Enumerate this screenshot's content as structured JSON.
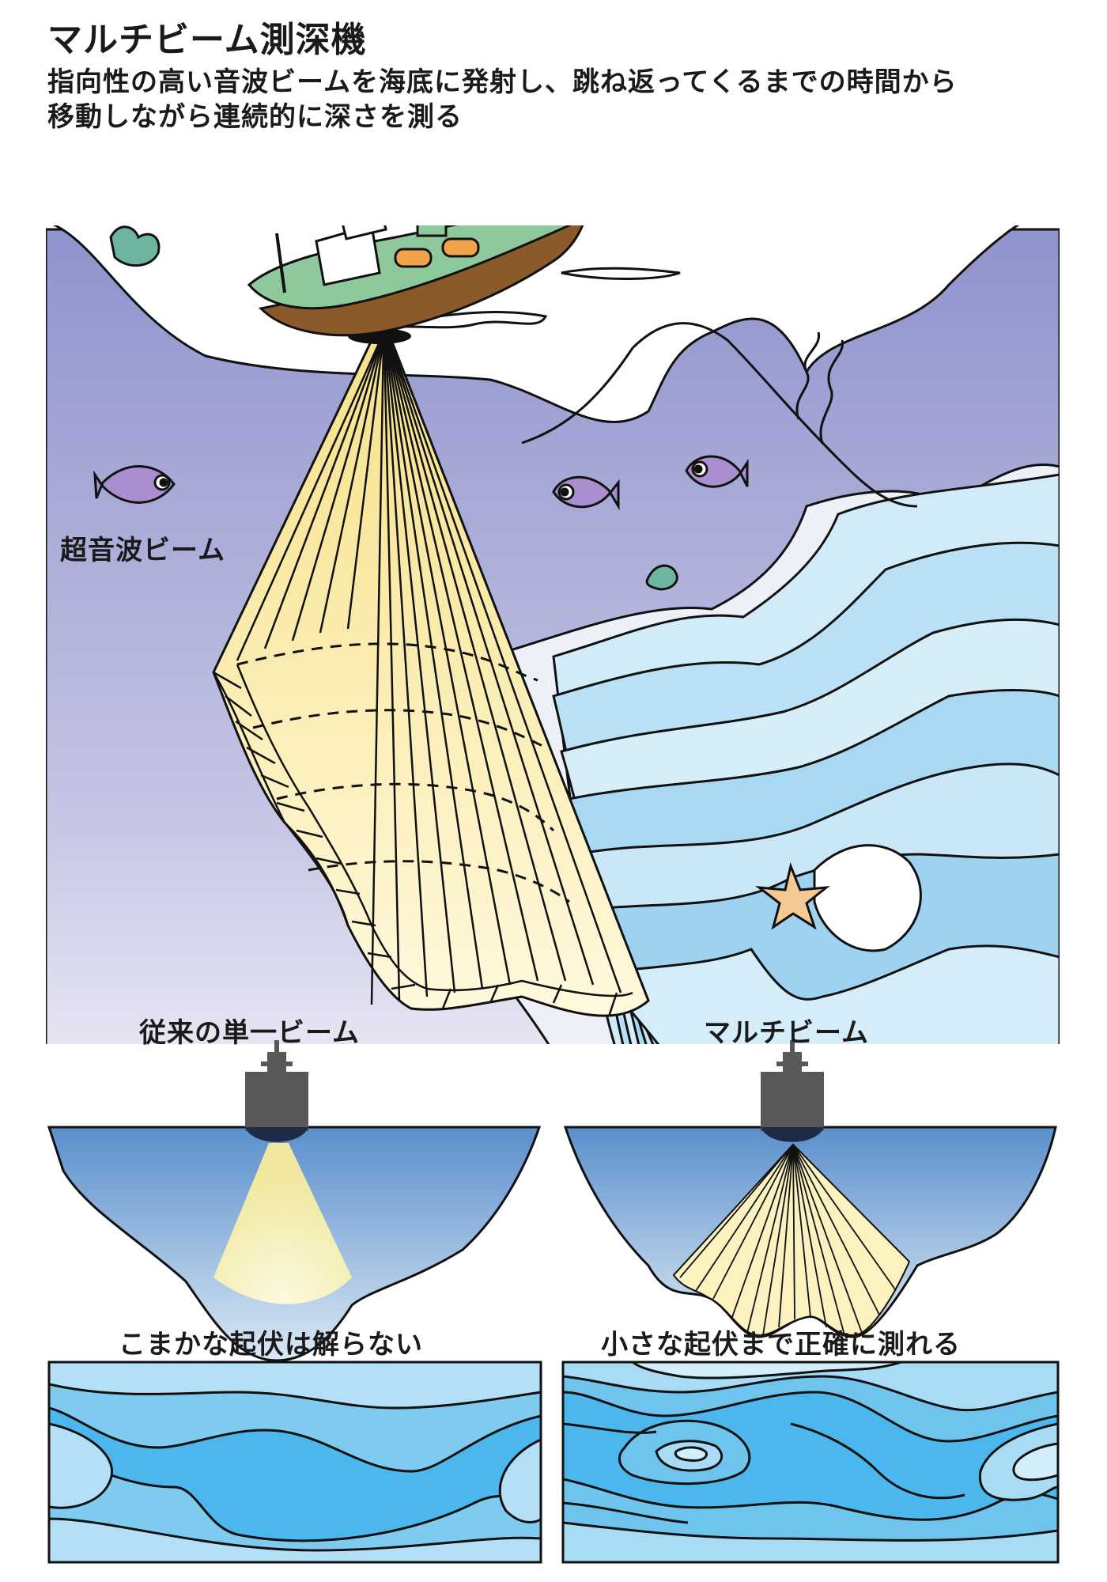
{
  "header": {
    "title": "マルチビーム測深機",
    "subtitle_line1": "指向性の高い音波ビームを海底に発射し、跳ね返ってくるまでの時間から",
    "subtitle_line2": "移動しながら連続的に深さを測る"
  },
  "scene": {
    "beam_label": "超音波ビーム"
  },
  "comparison": {
    "single": {
      "label": "従来の単一ビーム",
      "caption": "こまかな起伏は解らない"
    },
    "multi": {
      "label": "マルチビーム",
      "caption": "小さな起伏まで正確に測れる"
    }
  },
  "colors": {
    "ocean_top": "#8f93cc",
    "ocean_bottom": "#dcdcef",
    "beam": "#fbf2bf",
    "contour_light": "#c8e6f7",
    "contour_mid": "#8ccaf0",
    "contour_dark": "#49b4e8",
    "hull_green": "#8ec99b",
    "hull_brown": "#8a5a2b",
    "fish_purple": "#a98fcf",
    "starfish": "#f4c992",
    "ship_grey": "#585858"
  }
}
